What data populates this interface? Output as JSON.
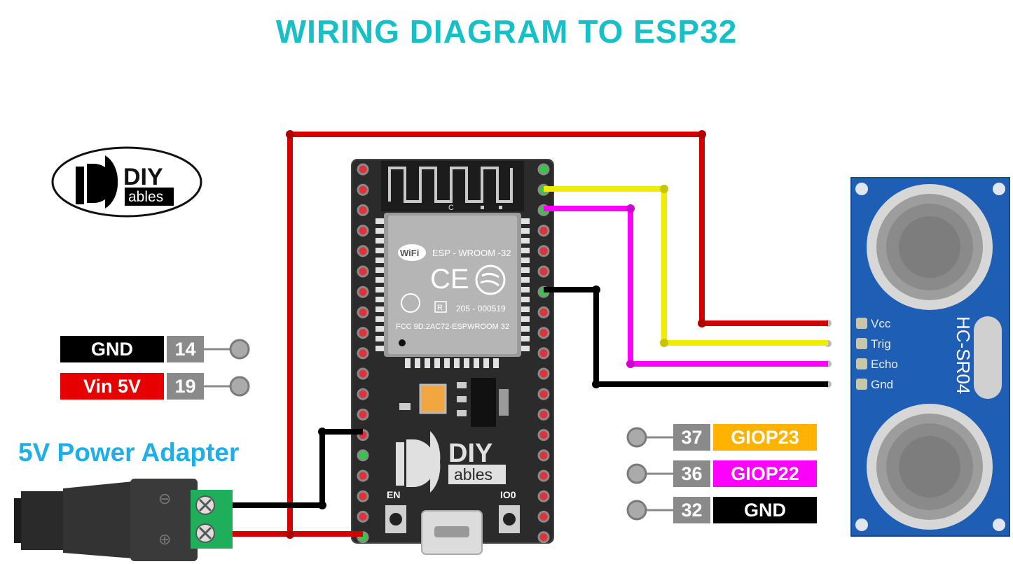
{
  "title": "WIRING DIAGRAM TO ESP32",
  "logo": {
    "big": "DIY",
    "small": "ables"
  },
  "power_adapter_label": "5V Power Adapter",
  "adapter_pins": [
    {
      "name": "GND",
      "number": "14",
      "color": "#000000"
    },
    {
      "name": "Vin 5V",
      "number": "19",
      "color": "#e60000"
    }
  ],
  "esp_pins": [
    {
      "number": "37",
      "name": "GIOP23",
      "color": "#ffb300"
    },
    {
      "number": "36",
      "name": "GIOP22",
      "color": "#ff00ff"
    },
    {
      "number": "32",
      "name": "GND",
      "color": "#000000"
    }
  ],
  "esp32": {
    "module": "ESP - WROOM -32",
    "wifi": "WiFi",
    "ce": "CE",
    "r_mark": "R",
    "code": "205 - 000519",
    "fcc": "FCC 9D:2AC72-ESPWROOM 32",
    "c_mark": "C",
    "en": "EN",
    "io0": "IO0"
  },
  "sensor": {
    "name": "HC-SR04",
    "pins": [
      "Vcc",
      "Trig",
      "Echo",
      "Gnd"
    ]
  },
  "wire_colors": {
    "red": "#d40000",
    "yellow": "#f0ec00",
    "magenta": "#ff00ff",
    "black": "#000000"
  }
}
